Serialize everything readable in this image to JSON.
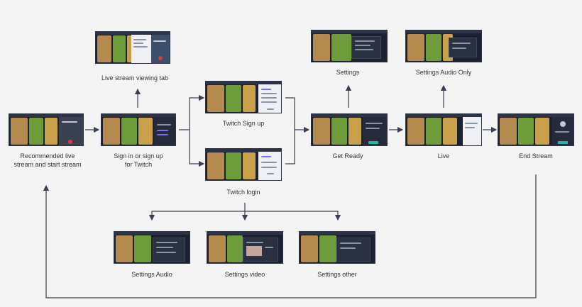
{
  "nodes": {
    "viewing": {
      "label": "Live stream viewing tab"
    },
    "recommended": {
      "label": "Recommended live\nstream and start stream"
    },
    "signin": {
      "label": "Sign in or sign up\nfor Twitch"
    },
    "signup": {
      "label": "Twitch Sign up"
    },
    "login": {
      "label": "Twitch login"
    },
    "settings": {
      "label": "Settings"
    },
    "settings_audio_only": {
      "label": "Settings Audio Only"
    },
    "get_ready": {
      "label": "Get Ready"
    },
    "live": {
      "label": "Live"
    },
    "end_stream": {
      "label": "End Stream"
    },
    "settings_audio": {
      "label": "Settings Audio"
    },
    "settings_video": {
      "label": "Settings video"
    },
    "settings_other": {
      "label": "Settings other"
    }
  },
  "colors": {
    "background": "#f4f4f5",
    "arrow": "#3a3f52",
    "thumb_bg": "#1b2130",
    "board": "#6f9c3a",
    "accent_red": "#e0344b",
    "accent_teal": "#1fb8a6"
  }
}
